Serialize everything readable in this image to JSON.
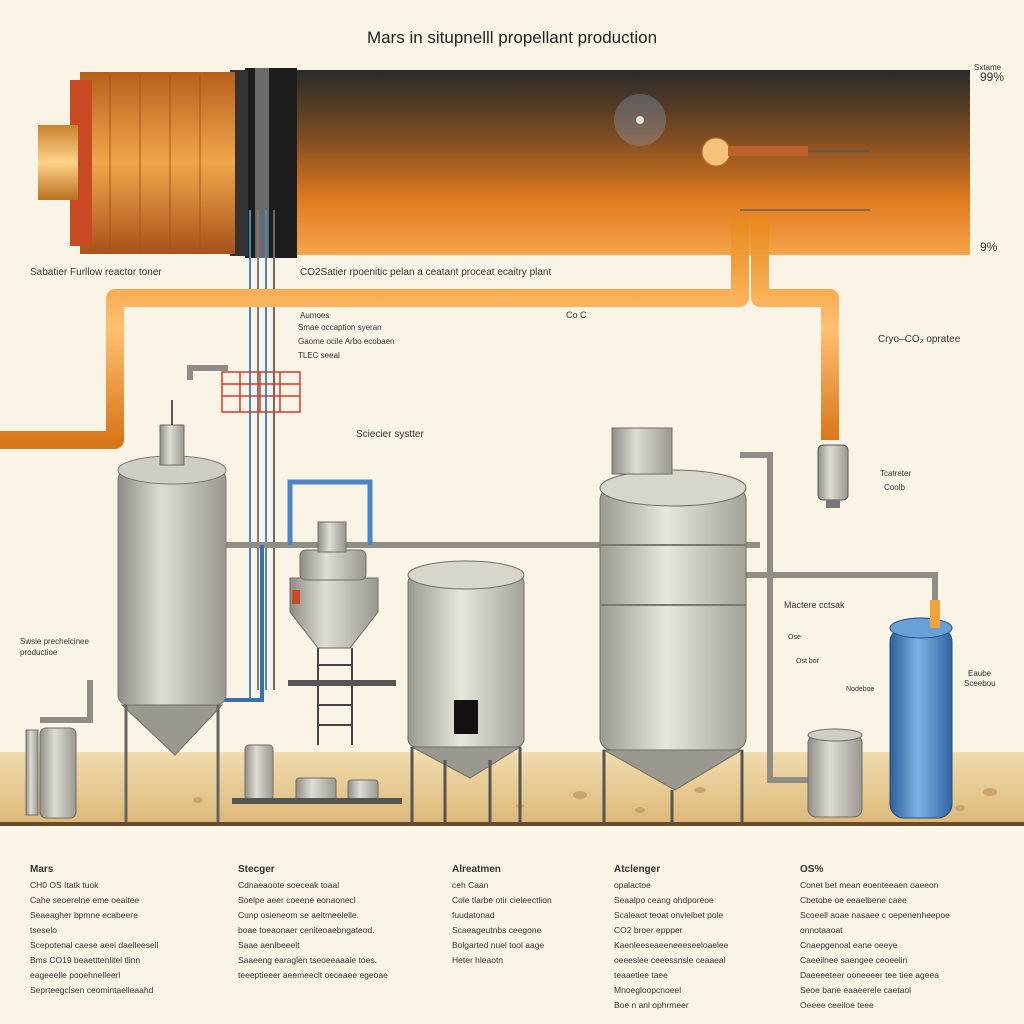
{
  "title": "Mars in situpnelll propellant production",
  "top_right": {
    "label": "Sxtame",
    "pct_top": "99%",
    "pct_mid": "9%"
  },
  "labels": {
    "reactor": "Sabatier Furllow reactor toner",
    "co2_plant": "CO2Satier rpoenitic pelan a ceatant proceat ecaitry plant",
    "co": "Co C",
    "cryo": "Cryo–CO₂ opratee",
    "annot1": "Aumoes",
    "annot2": "Smae occaption syeran",
    "annot3": "Gaome ocile Arbo ecobaen",
    "annot4": "TLEC seeal",
    "science": "Sciecier systter",
    "tw_a": "Tcatreter",
    "tw_b": "Coolb",
    "master": "Mactere cctsak",
    "small1": "Ose",
    "small2": "Ost bor",
    "side_left_a": "Swsie prechelcinee",
    "side_left_b": "productioe",
    "nodes": "Nodeboe",
    "right_a": "Eaube",
    "right_b": "Sceebou"
  },
  "legend": [
    {
      "header": "Mars",
      "items": [
        "CH0 OS Itatk tuok",
        "Cahe seoerelne eme oeaitee",
        "Seaeagher bpmne ecabeегe",
        "tseselo",
        "Scepotenal caese aeei daelleesell",
        "Bms CO19 beaetttenlitel tlinn",
        "eageeelle pooehnelleerl",
        "Seprteegclsen ceomintaelleaahd"
      ]
    },
    {
      "header": "Stecger",
      "items": [
        "Cdnaeaoote soeceak toaal",
        "Soelpe aeer coeene eonaonecl",
        "Cunp osieneom se aeltmeelelle.",
        "boae toeaonaer ceniteoaebngateod.",
        "Saae aenlbeeelt",
        "Saaeeng earaglen tseoeeaaaie toes.",
        "teeeptieeer aeemeeclt oeceaee egeoae"
      ]
    },
    {
      "header": "Alreatmen",
      "items": [
        "ceh Caan",
        "Cole tlarbe otir cieleectlion",
        "fuudatonad",
        "Scaeageutnbs ceegone",
        "Bolgarted nuel tool aage",
        "Heter hleaotn"
      ]
    },
    {
      "header": "Atclenger",
      "items": [
        "opalactoe",
        "Seaalpo ceang ohdporeoe",
        "Scaleaot teoat onvlelbet pole",
        "CO2 broer eppper",
        "Kaenleeseaeeneeeseeloaelee",
        "oeeeslee ceeessnsle ceaaeal",
        "teaaetlee taee",
        "Mnoegloopcnoeel",
        "Boe n anl ophrmeer"
      ]
    },
    {
      "header": "OS%",
      "items": [
        "Conet bet mean eoenteeaen oaeeon",
        "Cbetobe oe eeaelbene caee",
        "Scoeell aoae nasaee c oepenenheepoe",
        "onnotaaoat",
        "Cnaepgenoal eane oeeye",
        "Caeeilnee saengee ceoeelin",
        "Daeeeeteer ooneeeer tee tiee ageea",
        "Seoe bane eaaeerele caetaol",
        "Oeeee ceeiloe teee"
      ]
    }
  ],
  "colors": {
    "orange": "#f2a23a",
    "copper": "#d9822b",
    "steel": "#b8b6ae",
    "blue": "#4a86c5",
    "ground": "#e8cf9a"
  }
}
